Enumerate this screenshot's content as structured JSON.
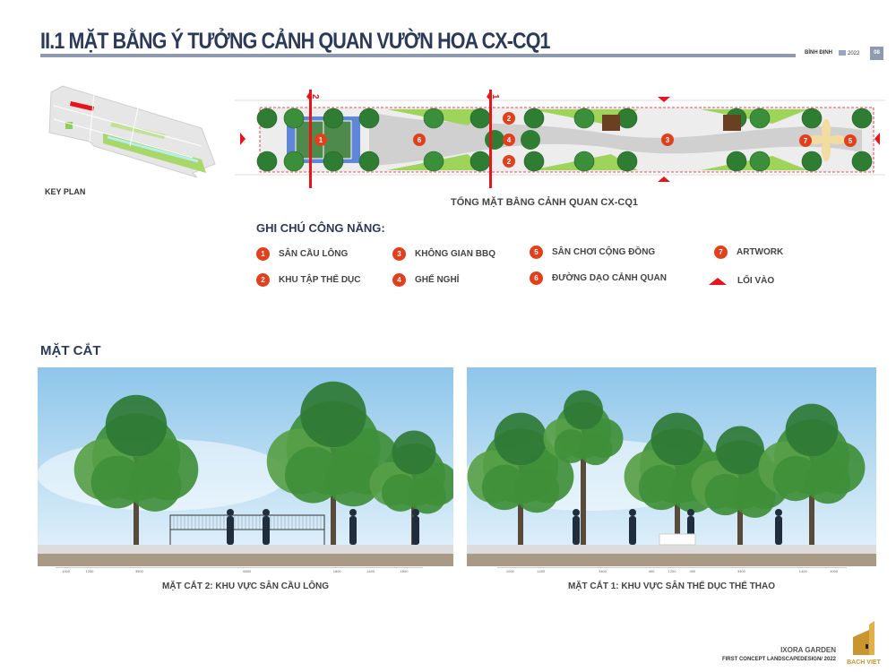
{
  "header": {
    "title": "II.1 MẶT BẰNG Ý TƯỞNG CẢNH QUAN VƯỜN HOA CX-CQ1",
    "location": "BÌNH ĐỊNH",
    "year": "2022",
    "page": "08"
  },
  "key_plan": {
    "label": "KEY PLAN"
  },
  "plan": {
    "caption": "TỔNG MẶT BẰNG CẢNH QUAN CX-CQ1",
    "section_marks": [
      "2",
      "1"
    ],
    "markers": [
      "1",
      "6",
      "2",
      "4",
      "2",
      "3",
      "7",
      "5"
    ]
  },
  "legend": {
    "title": "GHI CHÚ CÔNG NĂNG:",
    "items": [
      {
        "num": "1",
        "label": "SÂN CẦU LÔNG"
      },
      {
        "num": "2",
        "label": "KHU TẬP THỂ DỤC"
      },
      {
        "num": "3",
        "label": "KHÔNG GIAN BBQ"
      },
      {
        "num": "4",
        "label": "GHẾ NGHỈ"
      },
      {
        "num": "5",
        "label": "SÂN CHƠI CỘNG ĐỒNG"
      },
      {
        "num": "6",
        "label": "ĐƯỜNG DẠO CẢNH QUAN"
      },
      {
        "num": "7",
        "label": "ARTWORK"
      }
    ],
    "entrance": "LỐI VÀO"
  },
  "sections": {
    "title": "MẶT CẮT",
    "items": [
      {
        "caption": "MẶT CẮT 2: KHU VỰC SÂN CẦU LÔNG",
        "dims": [
          "1000",
          "1250",
          "3500",
          "6800",
          "1800",
          "1400",
          "1800"
        ]
      },
      {
        "caption": "MẶT CẮT 1: KHU VỰC SÂN THỂ DỤC THỂ THAO",
        "dims": [
          "1000",
          "1400",
          "3400",
          "400",
          "1200",
          "400",
          "3400",
          "1400",
          "1000"
        ]
      }
    ]
  },
  "footer": {
    "project": "IXORA GARDEN",
    "subtitle": "FIRST CONCEPT LANDSCAPEDESIGN/ 2022",
    "logo_text": "BACH VIET"
  },
  "colors": {
    "navy": "#2b3a5a",
    "accent": "#e2401c",
    "red": "#e8141b"
  }
}
